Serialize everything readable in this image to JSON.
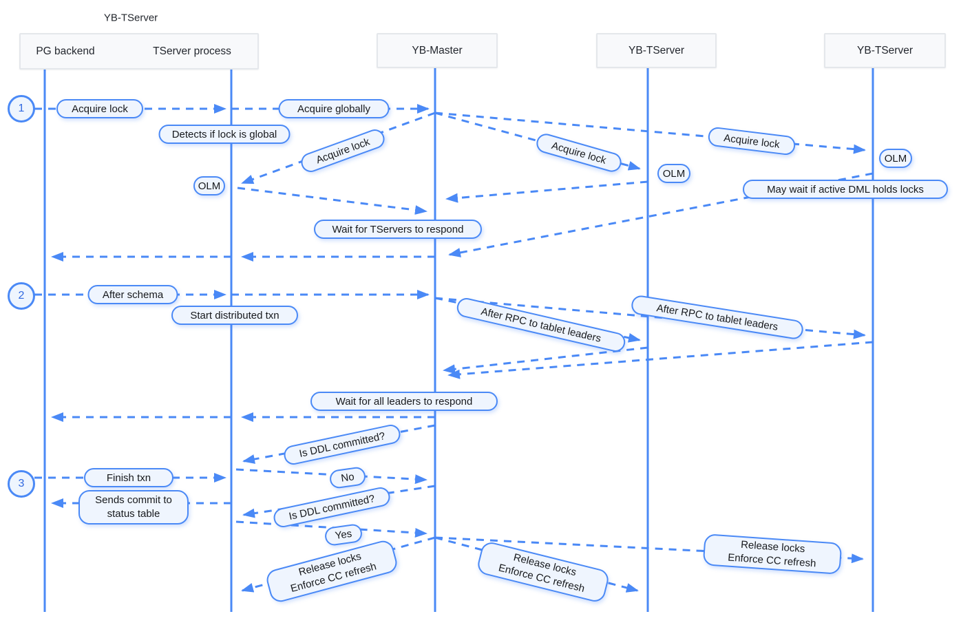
{
  "diagram": {
    "group_label": "YB-TServer",
    "actors": [
      {
        "id": "pg-backend",
        "label": "PG backend"
      },
      {
        "id": "tserver-process",
        "label": "TServer process"
      },
      {
        "id": "yb-master",
        "label": "YB-Master"
      },
      {
        "id": "yb-tserver-1",
        "label": "YB-TServer"
      },
      {
        "id": "yb-tserver-2",
        "label": "YB-TServer"
      }
    ],
    "steps": [
      {
        "number": "1"
      },
      {
        "number": "2"
      },
      {
        "number": "3"
      }
    ],
    "messages": {
      "acquire_lock": "Acquire lock",
      "acquire_globally": "Acquire globally",
      "detects_if_lock_is_global": "Detects if lock is global",
      "olm": "OLM",
      "may_wait": "May wait if active DML holds locks",
      "wait_tservers": "Wait for TServers to respond",
      "after_schema": "After schema",
      "start_distributed_txn": "Start distributed txn",
      "after_rpc": "After RPC to tablet leaders",
      "wait_all_leaders": "Wait for all leaders to respond",
      "is_ddl_committed": "Is DDL committed?",
      "no": "No",
      "finish_txn": "Finish txn",
      "sends_commit_line1": "Sends commit to",
      "sends_commit_line2": "status table",
      "yes": "Yes",
      "release_locks_line1": "Release locks",
      "release_locks_line2": "Enforce CC refresh"
    },
    "colors": {
      "accent_blue": "#4a89f6",
      "pill_fill": "#eff5fe",
      "header_fill": "#f8f9fb",
      "header_border": "#e4e7eb",
      "text": "#17191c",
      "step_number": "#3068e0"
    }
  }
}
